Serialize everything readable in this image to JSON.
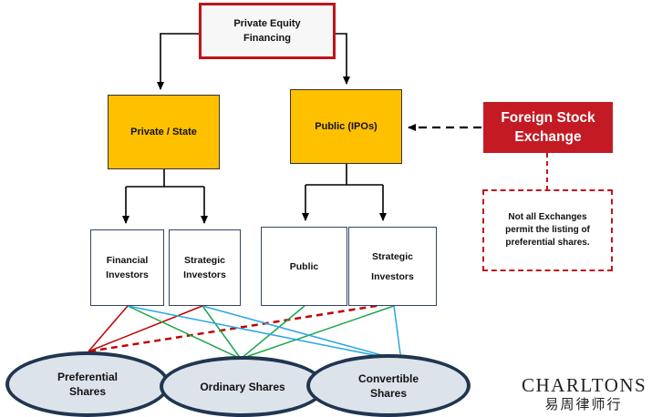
{
  "root": {
    "line1": "Private Equity",
    "line2": "Financing"
  },
  "routes": {
    "private": "Private / State",
    "public": "Public (IPOs)"
  },
  "investors": {
    "financial": {
      "line1": "Financial",
      "line2": "Investors"
    },
    "strategic_private": {
      "line1": "Strategic",
      "line2": "Investors"
    },
    "public": "Public",
    "strategic_public": {
      "line1": "Strategic",
      "line2": "Investors"
    }
  },
  "foreign_exchange": {
    "line1": "Foreign Stock",
    "line2": "Exchange"
  },
  "note": {
    "line1": "Not all Exchanges",
    "line2": "permit the listing of",
    "line3": "preferential shares."
  },
  "shares": {
    "preferential": {
      "line1": "Preferential",
      "line2": "Shares"
    },
    "ordinary": "Ordinary Shares",
    "convertible": {
      "line1": "Convertible",
      "line2": "Shares"
    }
  },
  "brand": {
    "name": "CHARLTONS",
    "chinese": "易周律师行"
  },
  "colors": {
    "accent_red": "#c0141c",
    "route_yellow": "#ffc000",
    "link_red": "#c00000",
    "link_green": "#1aa64a",
    "link_blue": "#29a8e0",
    "ellipse_fill": "#dde3ea",
    "ellipse_border": "#203550"
  }
}
